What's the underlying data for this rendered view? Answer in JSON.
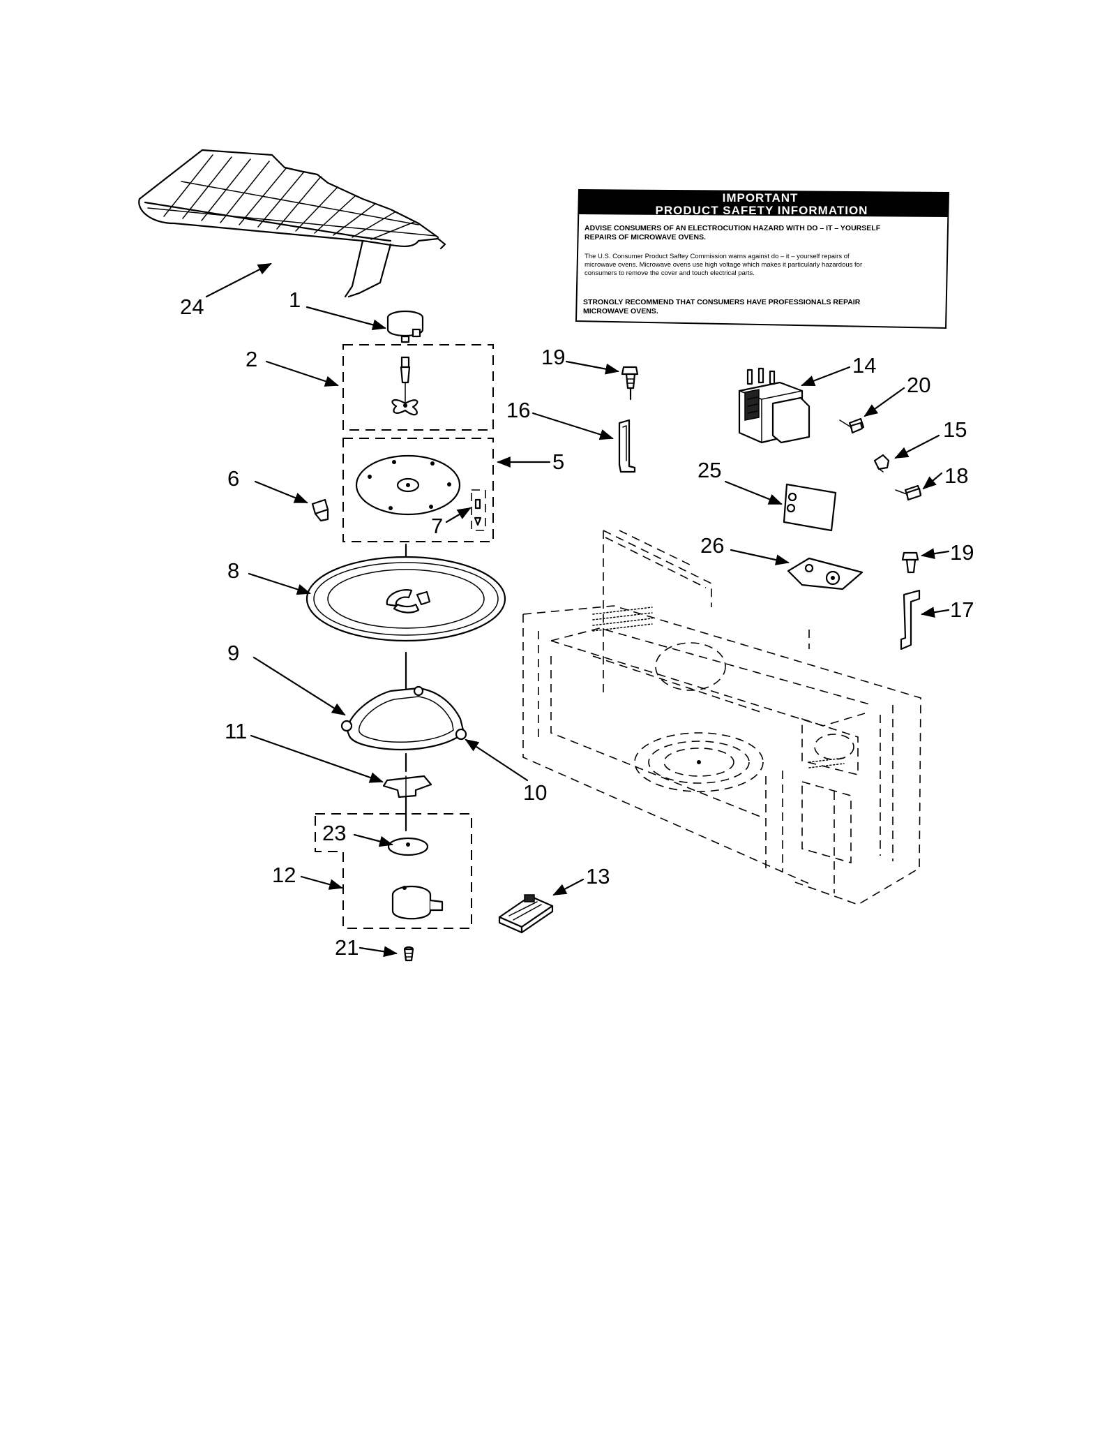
{
  "callouts": {
    "c1": "1",
    "c2": "2",
    "c5": "5",
    "c6": "6",
    "c7": "7",
    "c8": "8",
    "c9": "9",
    "c10": "10",
    "c11": "11",
    "c12": "12",
    "c13": "13",
    "c14": "14",
    "c15": "15",
    "c16": "16",
    "c17": "17",
    "c18": "18",
    "c19a": "19",
    "c19b": "19",
    "c20": "20",
    "c21": "21",
    "c23": "23",
    "c24": "24",
    "c25": "25",
    "c26": "26"
  },
  "safety_label": {
    "title_line1": "IMPORTANT",
    "title_line2": "PRODUCT  SAFETY  INFORMATION",
    "para1_line1": "ADVISE CONSUMERS OF AN ELECTROCUTION HAZARD WITH DO – IT – YOURSELF",
    "para1_line2": "REPAIRS OF MICROWAVE OVENS.",
    "para2_line1": "The U.S. Consumer Product Saftey Commission warns against do – it – yourself repairs of",
    "para2_line2": "microwave ovens. Microwave ovens use high voltage which makes it particularly hazardous for",
    "para2_line3": "consumers to remove the cover and touch electrical parts.",
    "para3_line1": "STRONGLY RECOMMEND THAT CONSUMERS HAVE PROFESSIONALS REPAIR",
    "para3_line2": "MICROWAVE OVENS."
  }
}
